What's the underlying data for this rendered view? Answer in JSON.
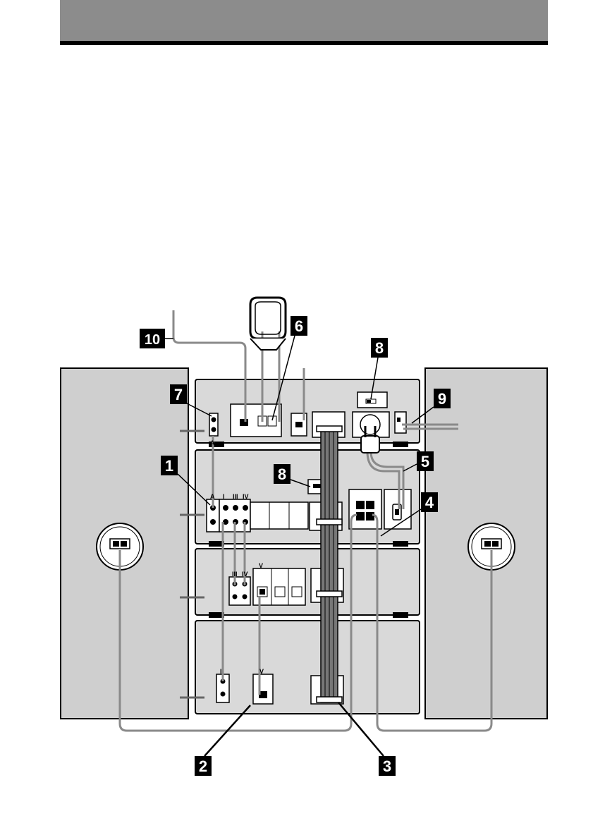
{
  "header": {
    "bar_color": "#8c8c8c",
    "rule_color": "#000000"
  },
  "colors": {
    "panel": "#d9d9d9",
    "speaker": "#cfcfcf",
    "cable": "#8a8a8a",
    "outline": "#000000",
    "callout_bg": "#000000",
    "callout_fg": "#ffffff"
  },
  "callouts": [
    {
      "id": "1",
      "label": "1"
    },
    {
      "id": "2",
      "label": "2"
    },
    {
      "id": "3",
      "label": "3"
    },
    {
      "id": "4",
      "label": "4"
    },
    {
      "id": "5",
      "label": "5"
    },
    {
      "id": "6",
      "label": "6"
    },
    {
      "id": "7",
      "label": "7"
    },
    {
      "id": "8a",
      "label": "8"
    },
    {
      "id": "8b",
      "label": "8"
    },
    {
      "id": "9",
      "label": "9"
    },
    {
      "id": "10",
      "label": "10"
    }
  ],
  "jack_marks": {
    "a": "A",
    "one": "I",
    "two": "II",
    "three": "III",
    "four": "IV",
    "five": "V"
  }
}
